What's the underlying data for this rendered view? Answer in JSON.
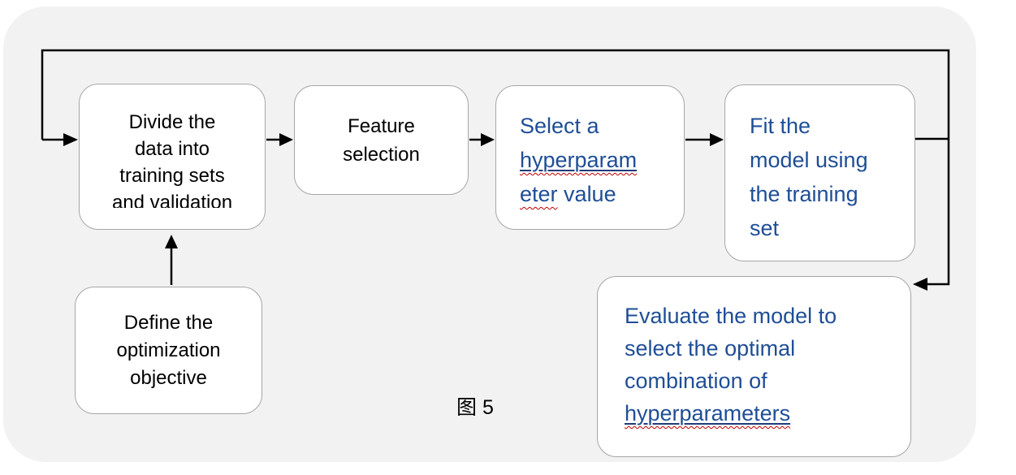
{
  "diagram": {
    "caption": "图 5",
    "colors": {
      "background_panel": "#f2f2f2",
      "box_fill": "#ffffff",
      "box_border": "#a6a6a6",
      "black_text": "#000000",
      "blue_text": "#1f4e96",
      "arrow": "#000000",
      "spellcheck_squiggle": "#c00000"
    },
    "boxes": {
      "divide": {
        "l1": "Divide the",
        "l2": "data into",
        "l3": "training sets",
        "l4": "and validation"
      },
      "feature": {
        "l1": "Feature",
        "l2": "selection"
      },
      "select": {
        "l1": "Select a",
        "l2": "hyperparam",
        "l3a": "eter",
        "l3b": "value"
      },
      "fit": {
        "l1": "Fit the",
        "l2": "model using",
        "l3": "the training",
        "l4": "set"
      },
      "define": {
        "l1": "Define the",
        "l2": "optimization",
        "l3": "objective"
      },
      "evaluate": {
        "l1": "Evaluate the model to",
        "l2": "select the optimal",
        "l3": "combination of",
        "l4": "hyperparameters"
      }
    }
  }
}
